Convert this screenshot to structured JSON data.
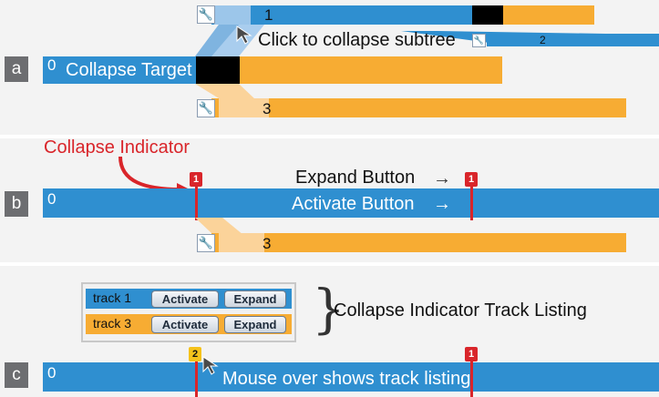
{
  "panel_a": {
    "label": "a",
    "root_number": "0",
    "target_text": "Collapse Target",
    "track1_number": "1",
    "track2_number": "2",
    "track3_number": "3",
    "annotation": "Click to collapse subtree"
  },
  "panel_b": {
    "label": "b",
    "root_number": "0",
    "indicator_text": "Collapse Indicator",
    "expand_text": "Expand Button",
    "activate_text": "Activate Button",
    "marker1": "1",
    "marker2": "1",
    "track3_number": "3"
  },
  "panel_c": {
    "label": "c",
    "root_number": "0",
    "marker_yellow": "2",
    "marker_red": "1",
    "hover_text": "Mouse over shows track listing",
    "listing_label": "Collapse Indicator Track Listing",
    "rows": [
      {
        "name": "track 1",
        "activate": "Activate",
        "expand": "Expand"
      },
      {
        "name": "track 3",
        "activate": "Activate",
        "expand": "Expand"
      }
    ]
  },
  "colors": {
    "blue": "#2f8fd0",
    "orange": "#f7ac33",
    "red": "#d9252a",
    "gray": "#6d6e71"
  },
  "icons": [
    "wrench-icon",
    "cursor-arrow-icon",
    "brace-icon",
    "arrow-right-icon"
  ]
}
